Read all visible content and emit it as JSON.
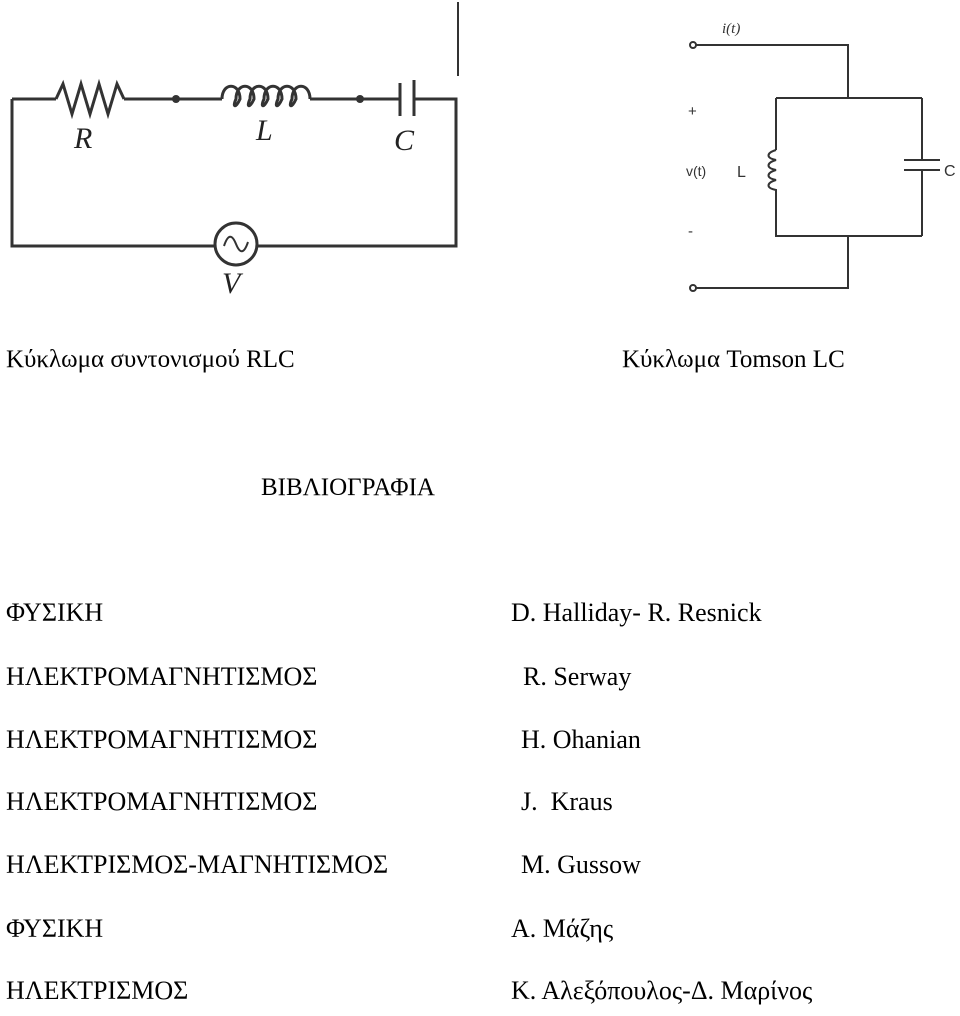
{
  "rlc_circuit": {
    "label_r": "R",
    "label_l": "L",
    "label_c": "C",
    "label_v": "V",
    "caption": "Κύκλωμα συντονισμού RLC"
  },
  "lc_circuit": {
    "label_current": "i(t)",
    "label_plus": "+",
    "label_voltage": "v(t)",
    "label_minus": "-",
    "label_l": "L",
    "label_c": "C",
    "caption": "Κύκλωμα Tomson LC"
  },
  "bibliography": {
    "heading": "ΒΙΒΛΙΟΓΡΑΦΙΑ",
    "entries": [
      {
        "topic": "ΦΥΣΙΚΗ",
        "author": "D. Halliday- R. Resnick"
      },
      {
        "topic": "ΗΛΕΚΤΡΟΜΑΓΝΗΤΙΣΜΟΣ",
        "author": "R. Serway"
      },
      {
        "topic": "ΗΛΕΚΤΡΟΜΑΓΝΗΤΙΣΜΟΣ",
        "author": "H. Ohanian"
      },
      {
        "topic": "ΗΛΕΚΤΡΟΜΑΓΝΗΤΙΣΜΟΣ",
        "author": "J.  Kraus"
      },
      {
        "topic": "ΗΛΕΚΤΡΙΣΜΟΣ-ΜΑΓΝΗΤΙΣΜΟΣ",
        "author": "M. Gussow"
      },
      {
        "topic": "ΦΥΣΙΚΗ",
        "author": "Α. Μάζης"
      },
      {
        "topic": "ΗΛΕΚΤΡΙΣΜΟΣ",
        "author": "Κ. Αλεξόπουλος-Δ. Μαρίνος"
      }
    ]
  }
}
